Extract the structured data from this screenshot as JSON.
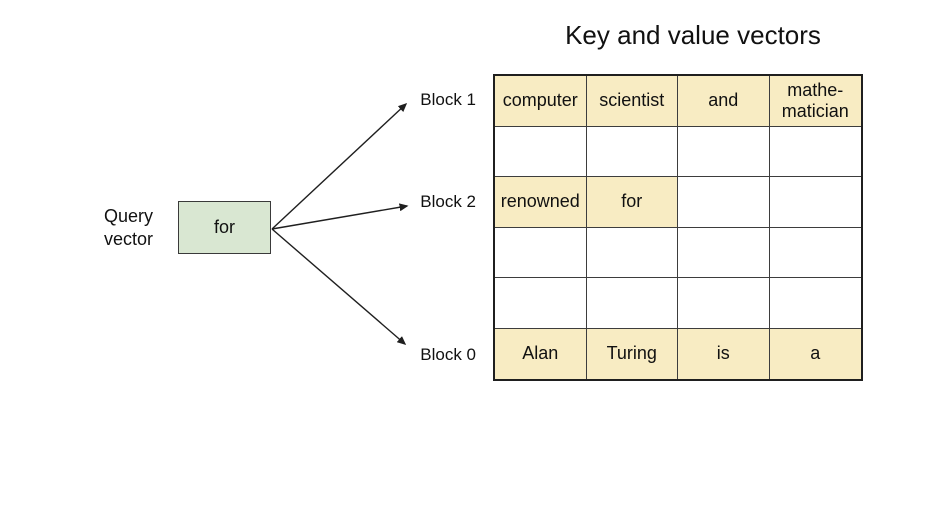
{
  "title": "Key and value vectors",
  "query": {
    "label": "Query\nvector",
    "box_text": "for"
  },
  "block_labels": [
    "Block 1",
    "Block 2",
    "Block 0"
  ],
  "table": {
    "columns": 4,
    "rows": [
      {
        "block": "Block 1",
        "cells": [
          {
            "text": "computer",
            "filled": true
          },
          {
            "text": "scientist",
            "filled": true
          },
          {
            "text": "and",
            "filled": true
          },
          {
            "text": "mathe-\nmatician",
            "filled": true
          }
        ]
      },
      {
        "block": "",
        "cells": [
          {
            "text": "",
            "filled": false
          },
          {
            "text": "",
            "filled": false
          },
          {
            "text": "",
            "filled": false
          },
          {
            "text": "",
            "filled": false
          }
        ]
      },
      {
        "block": "Block 2",
        "cells": [
          {
            "text": "renowned",
            "filled": true
          },
          {
            "text": "for",
            "filled": true
          },
          {
            "text": "",
            "filled": false
          },
          {
            "text": "",
            "filled": false
          }
        ]
      },
      {
        "block": "",
        "cells": [
          {
            "text": "",
            "filled": false
          },
          {
            "text": "",
            "filled": false
          },
          {
            "text": "",
            "filled": false
          },
          {
            "text": "",
            "filled": false
          }
        ]
      },
      {
        "block": "",
        "cells": [
          {
            "text": "",
            "filled": false
          },
          {
            "text": "",
            "filled": false
          },
          {
            "text": "",
            "filled": false
          },
          {
            "text": "",
            "filled": false
          }
        ]
      },
      {
        "block": "Block 0",
        "cells": [
          {
            "text": "Alan",
            "filled": true
          },
          {
            "text": "Turing",
            "filled": true
          },
          {
            "text": "is",
            "filled": true
          },
          {
            "text": "a",
            "filled": true
          }
        ]
      }
    ]
  },
  "colors": {
    "cell_fill": "#F8ECC3",
    "query_fill": "#D9E7D2",
    "border": "#1f1f1f",
    "grid": "#3d3d3d",
    "arrow": "#1f1f1f",
    "text": "#111111"
  }
}
